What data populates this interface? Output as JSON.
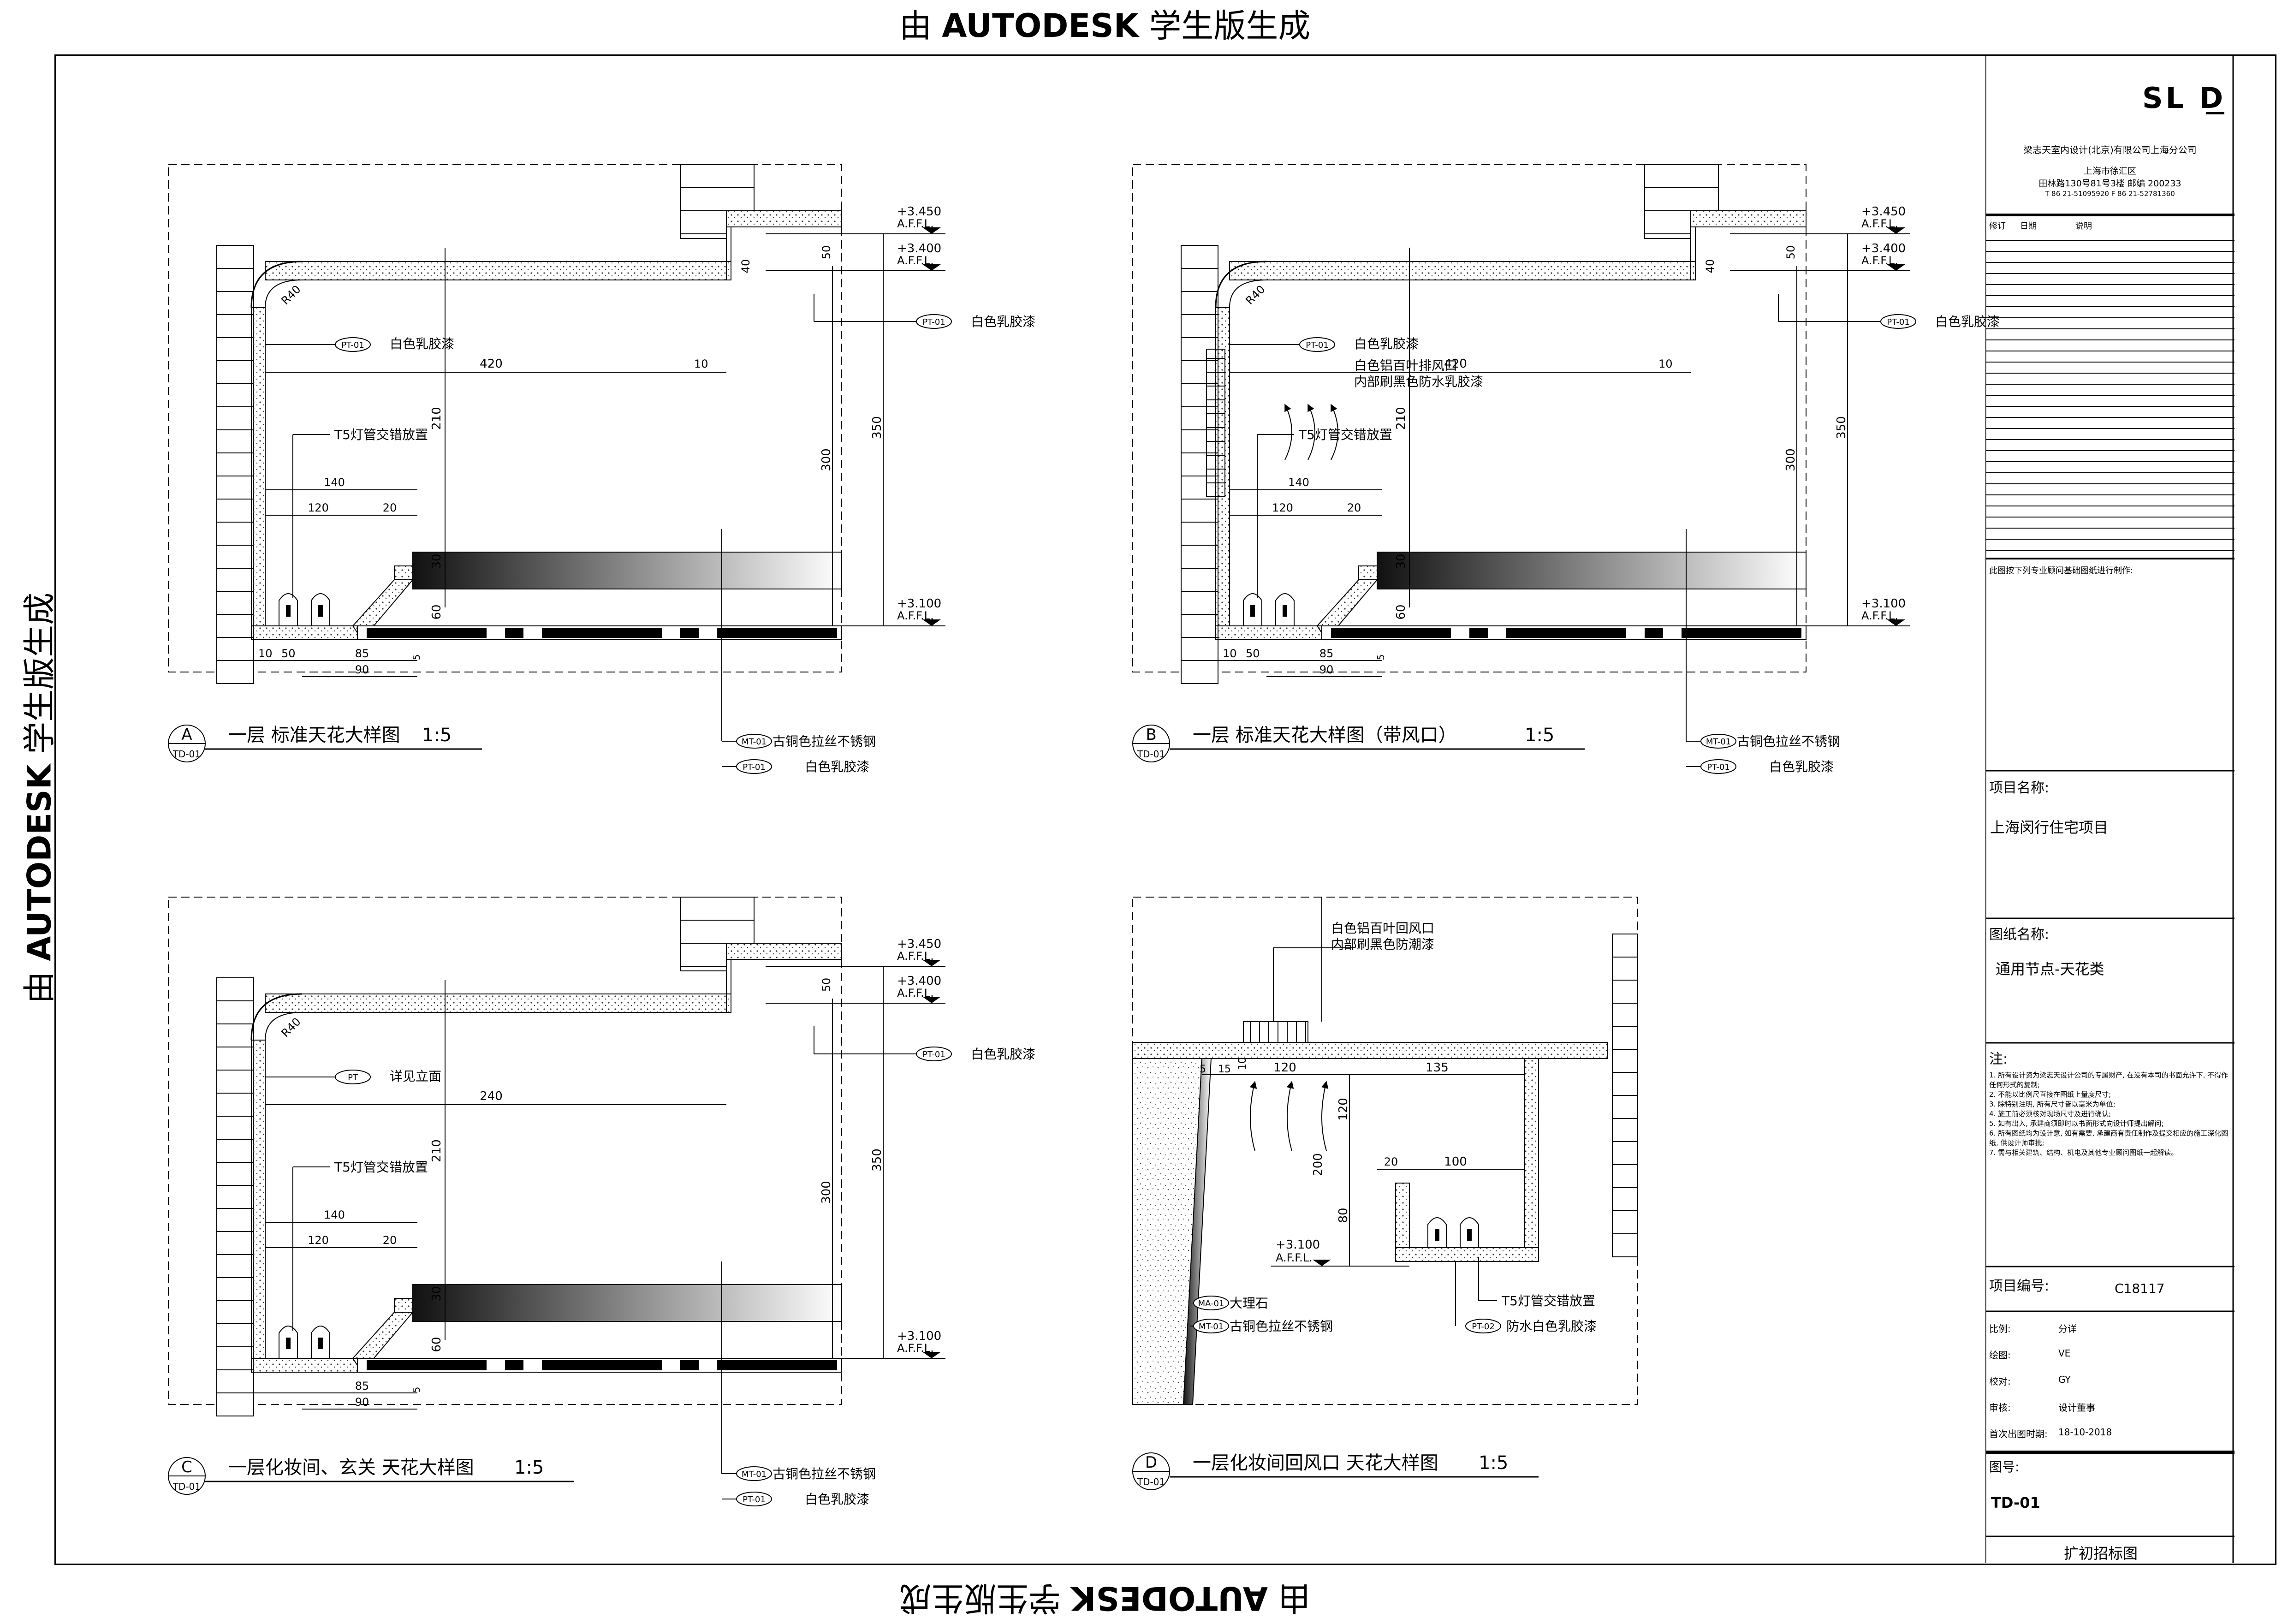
{
  "watermark": {
    "prefix": "由",
    "brand": "AUTODESK",
    "suffix": "学生版生成"
  },
  "title_block": {
    "logo": "SL D",
    "company": "梁志天室内设计(北京)有限公司上海分公司",
    "address": [
      "上海市徐汇区",
      "田林路130号81号3楼 邮编 200233",
      "T 86 21-51095920 F 86 21-52781360"
    ],
    "revision_header": [
      "修订",
      "日期",
      "说明"
    ],
    "note_header": "此图按下列专业顾问基础图纸进行制作:",
    "project_name_label": "项目名称:",
    "project_name": "上海闵行住宅项目",
    "drawing_name_label": "图纸名称:",
    "drawing_name": "通用节点-天花类",
    "notes_label": "注:",
    "notes": [
      "1. 所有设计资为梁志天设计公司的专属财产, 在没有本司的书面允许下, 不得作任何形式的复制;",
      "2. 不能以比例尺直接在图纸上量度尺寸;",
      "3. 除特别注明, 所有尺寸皆以毫米为单位;",
      "4. 施工前必须核对现场尺寸及进行确认;",
      "5. 如有出入, 承建商须即时以书面形式向设计师提出解问;",
      "6. 所有图纸均为设计意, 如有需要, 承建商有责任制作及提交相应的施工深化图纸, 供设计师审批;",
      "7. 需与相关建筑、结构、机电及其他专业顾问图纸一起解读。"
    ],
    "project_no_label": "项目编号:",
    "project_no": "C18117",
    "rows": [
      {
        "label": "比例:",
        "value": "分详"
      },
      {
        "label": "绘图:",
        "value": "VE"
      },
      {
        "label": "校对:",
        "value": "GY"
      },
      {
        "label": "审核:",
        "value": "设计董事"
      },
      {
        "label": "首次出图时期:",
        "value": "18-10-2018"
      }
    ],
    "drawing_no_label": "图号:",
    "drawing_no": "TD-01",
    "stage": "扩初招标图"
  },
  "details": [
    {
      "id": "A",
      "ref": "TD-01",
      "title": "一层 标准天花大样图",
      "scale": "1:5",
      "levels": [
        "+3.450",
        "+3.400",
        "+3.100"
      ],
      "level_sub": "A.F.F.L.",
      "dims": {
        "top": "420",
        "gap": "10",
        "gap2": "10",
        "r": "R40",
        "v1": "210",
        "v2": "350",
        "v3": "300",
        "v4": "50",
        "v5": "40",
        "v6": "30",
        "v7": "60",
        "h1": "140",
        "h2": "120",
        "h3": "20",
        "b1": "10",
        "b2": "50",
        "b3": "85",
        "b4": "5",
        "b5": "90"
      },
      "labels": {
        "paint": "白色乳胶漆",
        "lamp": "T5灯管交错放置",
        "steel": "古铜色拉丝不锈钢",
        "paint2": "白色乳胶漆"
      },
      "tags": {
        "pt": "PT-01",
        "mt": "MT-01"
      }
    },
    {
      "id": "B",
      "ref": "TD-01",
      "title": "一层 标准天花大样图（带风口）",
      "scale": "1:5",
      "levels": [
        "+3.450",
        "+3.400",
        "+3.100"
      ],
      "level_sub": "A.F.F.L.",
      "dims": {
        "top": "420",
        "gap": "10",
        "gap2": "10",
        "r": "R40",
        "v1": "210",
        "v2": "350",
        "v3": "300",
        "v4": "50",
        "v5": "40",
        "v6": "30",
        "v7": "60",
        "h1": "140",
        "h2": "120",
        "h3": "20",
        "b1": "10",
        "b2": "50",
        "b3": "85",
        "b4": "5",
        "b5": "90"
      },
      "labels": {
        "paint": "白色乳胶漆",
        "vent1": "白色铝百叶排风口",
        "vent2": "内部刷黑色防水乳胶漆",
        "lamp": "T5灯管交错放置",
        "steel": "古铜色拉丝不锈钢",
        "paint2": "白色乳胶漆"
      },
      "tags": {
        "pt": "PT-01",
        "mt": "MT-01"
      }
    },
    {
      "id": "C",
      "ref": "TD-01",
      "title": "一层化妆间、玄关 天花大样图",
      "scale": "1:5",
      "levels": [
        "+3.450",
        "+3.400",
        "+3.100"
      ],
      "level_sub": "A.F.F.L.",
      "dims": {
        "top": "240",
        "r": "R40",
        "v1": "210",
        "v2": "350",
        "v3": "300",
        "v4": "50",
        "v6": "30",
        "v7": "60",
        "h1": "140",
        "h2": "120",
        "h3": "20",
        "b3": "85",
        "b4": "5",
        "b5": "90"
      },
      "labels": {
        "pt_note": "详见立面",
        "paint": "白色乳胶漆",
        "lamp": "T5灯管交错放置",
        "steel": "古铜色拉丝不锈钢",
        "paint2": "白色乳胶漆"
      },
      "tags": {
        "pt_short": "PT",
        "pt": "PT-01",
        "mt": "MT-01"
      }
    },
    {
      "id": "D",
      "ref": "TD-01",
      "title": "一层化妆间回风口 天花大样图",
      "scale": "1:5",
      "levels": [
        "+3.100"
      ],
      "level_sub": "A.F.F.L.",
      "dims": {
        "a": "10",
        "b": "5",
        "c": "15",
        "d": "120",
        "e": "135",
        "f": "120",
        "g": "200",
        "h": "20",
        "i": "100",
        "j": "80"
      },
      "labels": {
        "vent1": "白色铝百叶回风口",
        "vent2": "内部刷黑色防潮漆",
        "marble": "大理石",
        "steel": "古铜色拉丝不锈钢",
        "lamp": "T5灯管交错放置",
        "paint": "防水白色乳胶漆"
      },
      "tags": {
        "ma": "MA-01",
        "mt": "MT-01",
        "pt": "PT-02"
      }
    }
  ]
}
